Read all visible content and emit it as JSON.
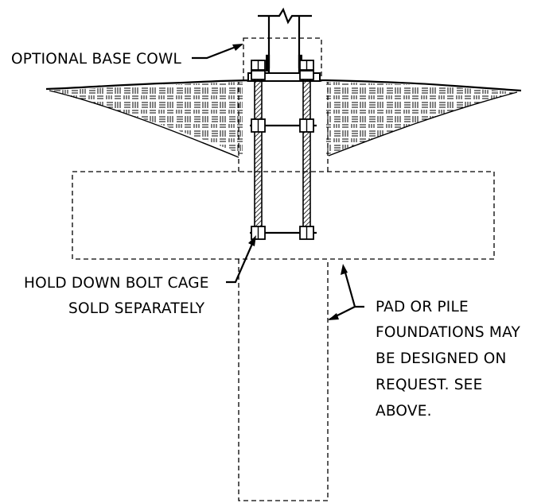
{
  "labels": {
    "base_cowl": "OPTIONAL BASE COWL",
    "bolt_cage_line1": "HOLD DOWN BOLT CAGE",
    "bolt_cage_line2": "SOLD SEPARATELY",
    "foundation_line1": "PAD OR PILE",
    "foundation_line2": "FOUNDATIONS MAY",
    "foundation_line3": "BE DESIGNED ON",
    "foundation_line4": "REQUEST. SEE",
    "foundation_line5": "ABOVE."
  },
  "colors": {
    "line": "#000000",
    "background": "#ffffff"
  },
  "icons": {
    "bolt_rod": "threaded-rod",
    "nut": "hex-nut",
    "ground_hatch": "soil-hatch"
  }
}
